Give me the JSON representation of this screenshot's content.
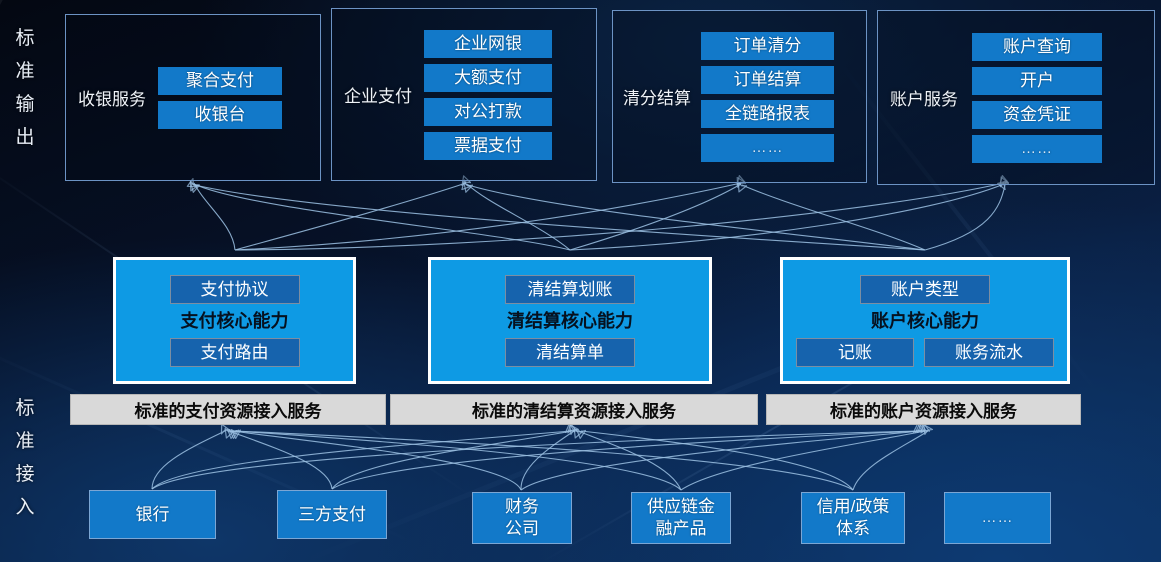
{
  "side_labels": {
    "output": [
      "标",
      "准",
      "输",
      "出"
    ],
    "access": [
      "标",
      "准",
      "接",
      "入"
    ]
  },
  "output_groups": [
    {
      "title": "收银服务",
      "chips": [
        "聚合支付",
        "收银台"
      ]
    },
    {
      "title": "企业支付",
      "chips": [
        "企业网银",
        "大额支付",
        "对公打款",
        "票据支付"
      ]
    },
    {
      "title": "清分结算",
      "chips": [
        "订单清分",
        "订单结算",
        "全链路报表",
        "……"
      ]
    },
    {
      "title": "账户服务",
      "chips": [
        "账户查询",
        "开户",
        "资金凭证",
        "……"
      ]
    }
  ],
  "core_blocks": [
    {
      "top_sub": "支付协议",
      "title": "支付核心能力",
      "bottom_subs": [
        "支付路由"
      ]
    },
    {
      "top_sub": "清结算划账",
      "title": "清结算核心能力",
      "bottom_subs": [
        "清结算单"
      ]
    },
    {
      "top_sub": "账户类型",
      "title": "账户核心能力",
      "bottom_subs": [
        "记账",
        "账务流水"
      ]
    }
  ],
  "service_bars": [
    "标准的支付资源接入服务",
    "标准的清结算资源接入服务",
    "标准的账户资源接入服务"
  ],
  "sources": [
    "银行",
    "三方支付",
    "财务\n公司",
    "供应链金\n融产品",
    "信用/政策\n体系",
    "……"
  ],
  "colors": {
    "chip_blue": "#1279c9",
    "core_blue": "#0e9ae4",
    "core_sub_blue": "#1663ad",
    "bar_gray": "#d9d9d9",
    "link_line": "#9dc2e4",
    "background_deep": "#061127"
  }
}
